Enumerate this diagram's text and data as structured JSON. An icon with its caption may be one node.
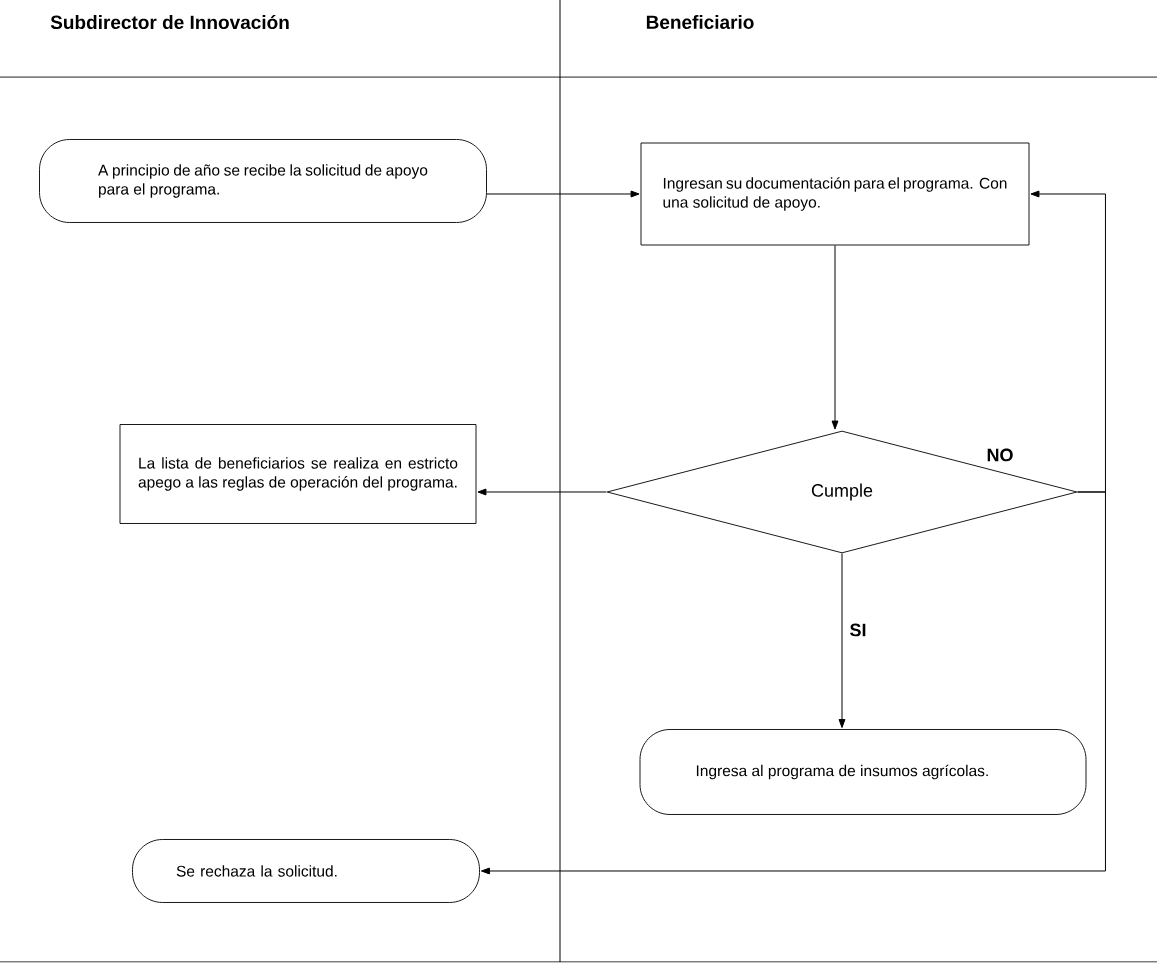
{
  "diagram": {
    "nodes": [
      {
        "text": [
          "A principio de año se recibe la solicitud de apoyo para el programa."
        ]
      },
      {
        "text": [
          "Ingresan su documentación para el programa. Con una solicitud de apoyo."
        ]
      },
      {
        "text": [
          "La lista de beneficiarios se realiza en estricto apego a las reglas de operación del programa."
        ]
      },
      {
        "text": [
          "Cumple"
        ]
      },
      {
        "text": [
          "Ingresa al programa de insumos agrícolas."
        ]
      },
      {
        "text": [
          "Se rechaza la solicitud."
        ]
      }
    ],
    "edges": [
      {
        "from": 0,
        "to": 1,
        "arrow": "to"
      },
      {
        "from": 1,
        "to": 3,
        "arrow": "to"
      },
      {
        "from": 3,
        "to": 2,
        "arrow": "to"
      },
      {
        "from": 3,
        "to": 4,
        "arrow": "to",
        "label": "SI"
      },
      {
        "from": 3,
        "to": 1,
        "arrow": "to",
        "label": "NO"
      },
      {
        "from": 3,
        "to": 5,
        "arrow": "to"
      }
    ],
    "labels": [
      "Subdirector de Innovación",
      "Beneficiario"
    ]
  }
}
